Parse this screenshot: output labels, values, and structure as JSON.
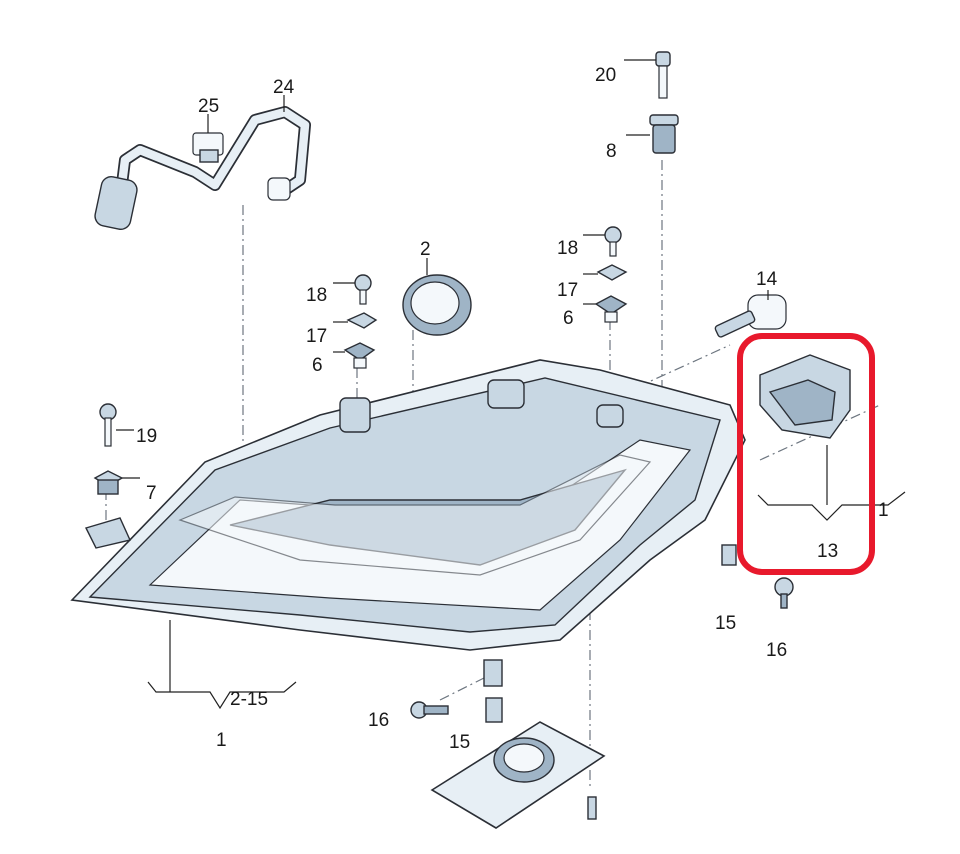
{
  "labels": {
    "l_20": "20",
    "l_8": "8",
    "l_24": "24",
    "l_25": "25",
    "l_2": "2",
    "l_18a": "18",
    "l_18b": "18",
    "l_17a": "17",
    "l_17b": "17",
    "l_6a": "6",
    "l_6b": "6",
    "l_14": "14",
    "l_19": "19",
    "l_7": "7",
    "l_1a": "1",
    "l_1b": "1",
    "l_13": "13",
    "l_15a": "15",
    "l_15b": "15",
    "l_16a": "16",
    "l_16b": "16",
    "l_2_15": "2-15"
  },
  "highlight": {
    "color": "#e8192c",
    "part": "13"
  },
  "palette": {
    "outline": "#2b2f36",
    "fill": "#e7eff5",
    "shade": "#9fb4c6"
  }
}
